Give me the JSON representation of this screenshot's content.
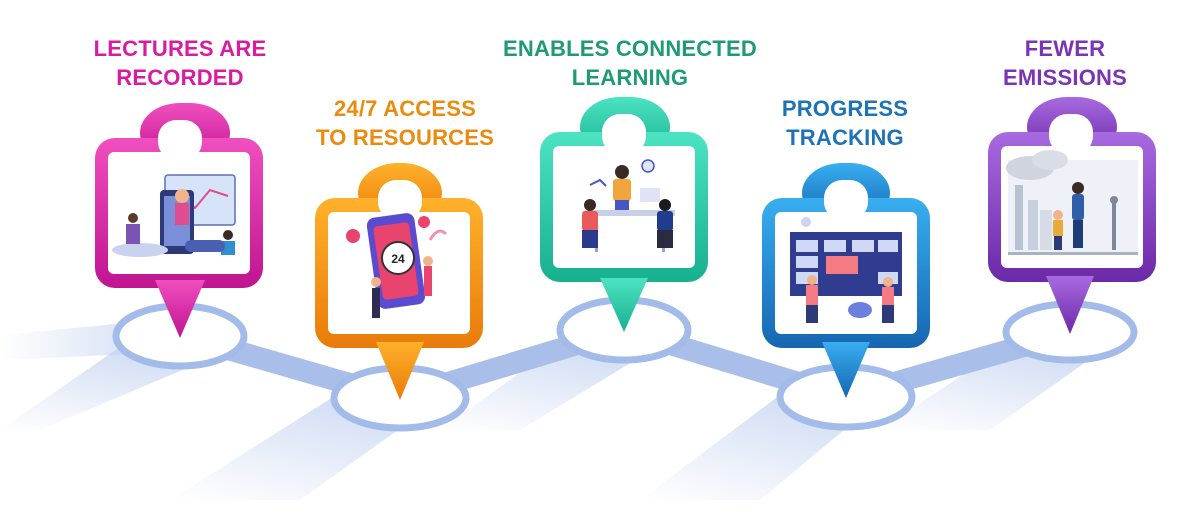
{
  "steps": [
    {
      "line1": "LECTURES ARE",
      "line2": "RECORDED",
      "color": "#d81ba1",
      "icon": "recorded-lecture-illustration"
    },
    {
      "line1": "24/7 ACCESS",
      "line2": "TO RESOURCES",
      "color": "#ec8a0d",
      "icon": "phone-24-hours-illustration"
    },
    {
      "line1": "ENABLES CONNECTED",
      "line2": "LEARNING",
      "color": "#1f9a78",
      "icon": "team-meeting-illustration"
    },
    {
      "line1": "PROGRESS",
      "line2": "TRACKING",
      "color": "#1d73b8",
      "icon": "task-board-illustration"
    },
    {
      "line1": "FEWER",
      "line2": "EMISSIONS",
      "color": "#7b34b3",
      "icon": "family-city-illustration"
    }
  ],
  "path_color": "#9db6e6"
}
